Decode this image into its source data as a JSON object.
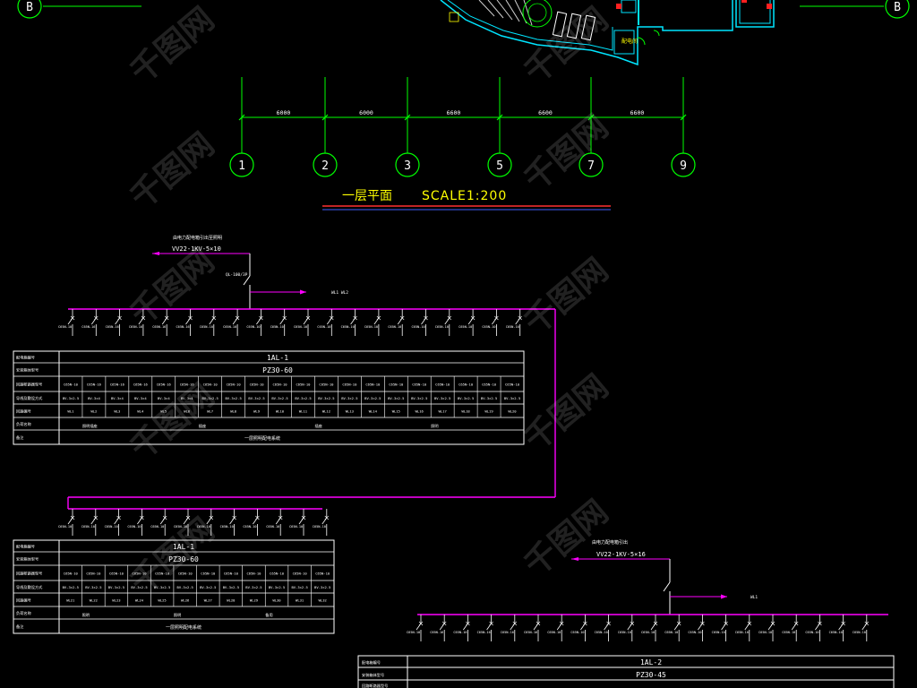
{
  "colors": {
    "background": "#000000",
    "axis_line": "#00ff00",
    "magenta_bus": "#ff00ff",
    "text": "#ffffff",
    "title_text": "#ffff00",
    "plan_walls": "#00e5ff",
    "red_marker": "#ff2020",
    "title_underline_top": "#ff3030",
    "title_underline_bottom": "#4060ff"
  },
  "plan": {
    "axis_b_left": "B",
    "axis_b_right": "B",
    "room_label": "配电间",
    "dimensions": [
      "6000",
      "6000",
      "6600",
      "6600",
      "6600"
    ],
    "axes": [
      "1",
      "2",
      "3",
      "5",
      "7",
      "9"
    ],
    "title": "一层平面",
    "scale": "SCALE1:200"
  },
  "diagram1": {
    "source_title": "由电力配电箱引出至照明",
    "cable": "VV22-1KV-5×10",
    "breaker": "QL-100/3P",
    "tap_label": "WL1 WL2",
    "circuit_count": 20,
    "breaker_labels": [
      "C65N-10",
      "C65N-16",
      "C65N-16",
      "C65N-16",
      "C65N-16",
      "C65N-16",
      "C65N-10",
      "C65N-10",
      "C65N-10",
      "C65N-10",
      "C65N-10",
      "C65N-10",
      "C65N-10",
      "C65N-10",
      "C65N-10",
      "C65N-10",
      "C65N-10",
      "C65N-10",
      "C65N-10",
      "C65N-10"
    ],
    "row_labels": [
      "配电箱编号",
      "安装箱体型号",
      "回路断路器型号",
      "导线及敷设方式",
      "回路编号",
      "负荷名称",
      "备注"
    ],
    "box_id": "1AL-1",
    "box_model": "PZ30-60",
    "row3": [
      "C65N-10",
      "C65N-16",
      "C65N-16",
      "C65N-16",
      "C65N-16",
      "C65N-16",
      "C65N-10",
      "C65N-10",
      "C65N-10",
      "C65N-10",
      "C65N-10",
      "C65N-10",
      "C65N-10",
      "C65N-10",
      "C65N-10",
      "C65N-10",
      "C65N-10",
      "C65N-10",
      "C65N-10",
      "C65N-10"
    ],
    "row4": [
      "BV-3×2.5",
      "BV-3×4",
      "BV-3×4",
      "BV-3×4",
      "BV-3×4",
      "BV-3×4",
      "BV-3×2.5",
      "BV-3×2.5",
      "BV-3×2.5",
      "BV-3×2.5",
      "BV-3×2.5",
      "BV-3×2.5",
      "BV-3×2.5",
      "BV-3×2.5",
      "BV-3×2.5",
      "BV-3×2.5",
      "BV-3×2.5",
      "BV-3×2.5",
      "BV-3×2.5",
      "BV-3×2.5"
    ],
    "row5": [
      "WL1",
      "WL2",
      "WL3",
      "WL4",
      "WL5",
      "WL6",
      "WL7",
      "WL8",
      "WL9",
      "WL10",
      "WL11",
      "WL12",
      "WL13",
      "WL14",
      "WL15",
      "WL16",
      "WL17",
      "WL18",
      "WL19",
      "WL20"
    ],
    "load_labels": [
      "照明插座",
      "插座",
      "插座",
      "照明"
    ],
    "note": "一层照明配电系统"
  },
  "diagram2": {
    "circuit_count": 12,
    "box_id": "1AL-1",
    "box_model": "PZ30-60",
    "row3": [
      "C65N-10",
      "C65N-10",
      "C65N-10",
      "C65N-10",
      "C65N-10",
      "C65N-10",
      "C65N-10",
      "C65N-10",
      "C65N-10",
      "C65N-10",
      "C65N-10",
      "C65N-10"
    ],
    "row4": [
      "BV-3×2.5",
      "BV-3×2.5",
      "BV-3×2.5",
      "BV-3×2.5",
      "BV-3×2.5",
      "BV-3×2.5",
      "BV-3×2.5",
      "BV-3×2.5",
      "BV-3×2.5",
      "BV-3×2.5",
      "BV-3×2.5",
      "BV-3×2.5"
    ],
    "row5": [
      "WL21",
      "WL22",
      "WL23",
      "WL24",
      "WL25",
      "WL26",
      "WL27",
      "WL28",
      "WL29",
      "WL30",
      "WL31",
      "WL32"
    ],
    "load_labels": [
      "照明",
      "照明",
      "备用"
    ],
    "note": "一层照明配电系统"
  },
  "diagram3": {
    "source_title": "由电力配电箱引出",
    "cable": "VV22-1KV-5×16",
    "tap_label": "WL1",
    "circuit_count": 20,
    "box_id": "1AL-2",
    "box_model": "PZ30-45"
  },
  "watermark": "千图网"
}
